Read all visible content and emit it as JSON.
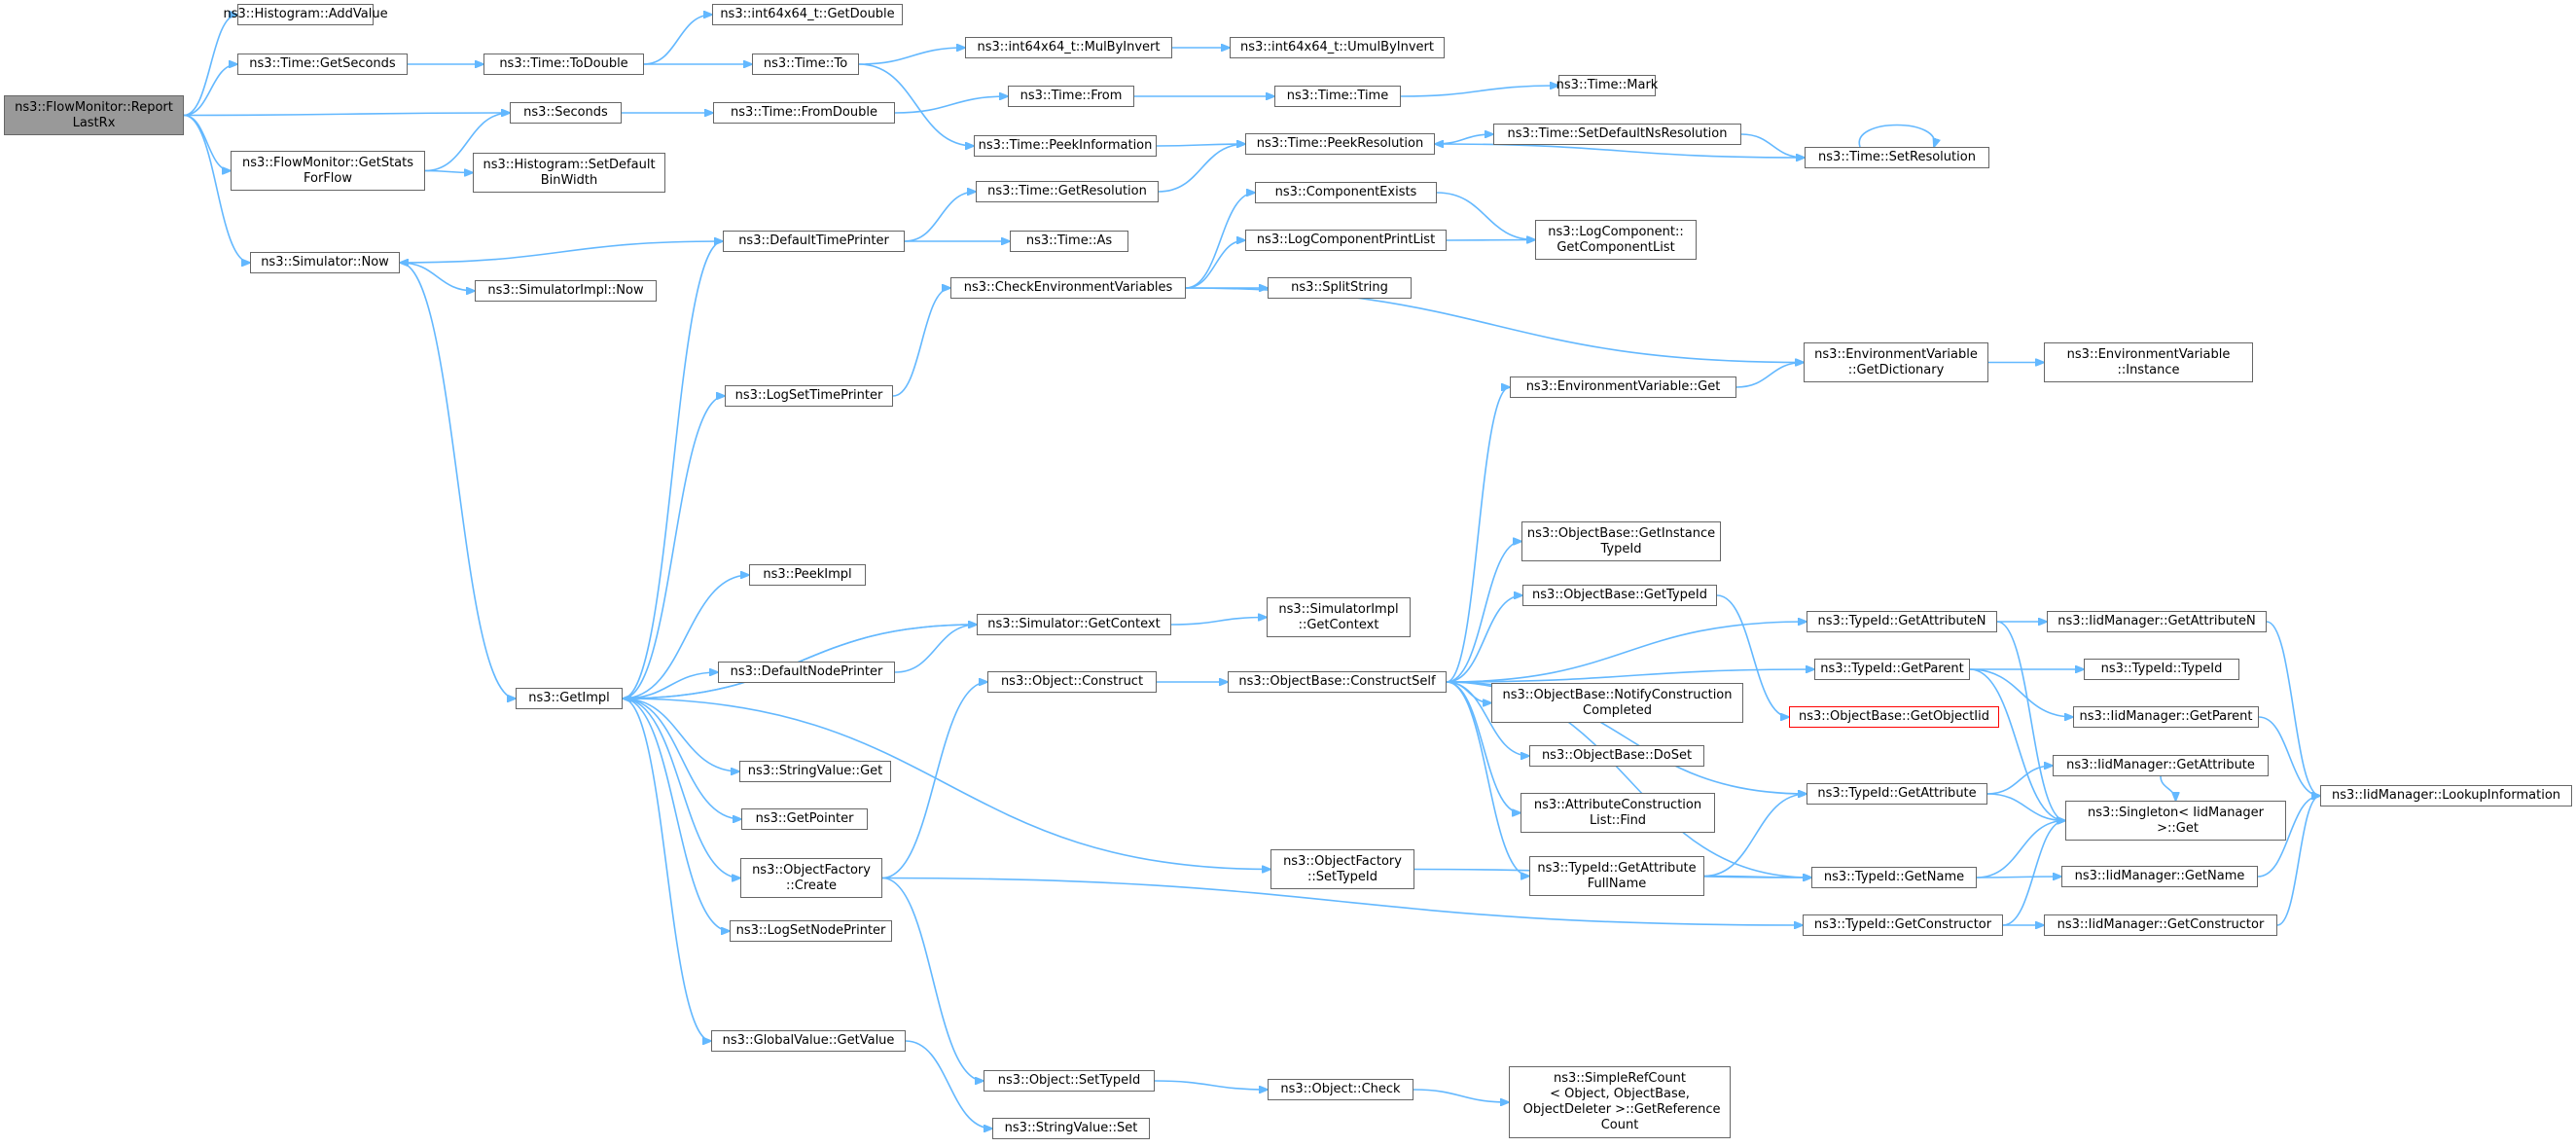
{
  "graph": {
    "nodes": [
      {
        "id": "n0",
        "label": "ns3::FlowMonitor::Report\nLastRx",
        "root": true
      },
      {
        "id": "n1",
        "label": "ns3::Histogram::AddValue"
      },
      {
        "id": "n2",
        "label": "ns3::Time::GetSeconds"
      },
      {
        "id": "n3",
        "label": "ns3::Seconds"
      },
      {
        "id": "n4",
        "label": "ns3::FlowMonitor::GetStats\nForFlow"
      },
      {
        "id": "n5",
        "label": "ns3::Simulator::Now"
      },
      {
        "id": "n6",
        "label": "ns3::Time::ToDouble"
      },
      {
        "id": "n7",
        "label": "ns3::int64x64_t::GetDouble"
      },
      {
        "id": "n8",
        "label": "ns3::Time::To"
      },
      {
        "id": "n9",
        "label": "ns3::int64x64_t::MulByInvert"
      },
      {
        "id": "n10",
        "label": "ns3::int64x64_t::UmulByInvert"
      },
      {
        "id": "n11",
        "label": "ns3::Time::FromDouble"
      },
      {
        "id": "n12",
        "label": "ns3::Time::From"
      },
      {
        "id": "n13",
        "label": "ns3::Time::Time"
      },
      {
        "id": "n14",
        "label": "ns3::Time::Mark"
      },
      {
        "id": "n15",
        "label": "ns3::Time::PeekInformation"
      },
      {
        "id": "n16",
        "label": "ns3::Time::PeekResolution"
      },
      {
        "id": "n17",
        "label": "ns3::Time::SetDefaultNsResolution"
      },
      {
        "id": "n18",
        "label": "ns3::Time::SetResolution"
      },
      {
        "id": "n19",
        "label": "ns3::Histogram::SetDefault\nBinWidth"
      },
      {
        "id": "n20",
        "label": "ns3::SimulatorImpl::Now"
      },
      {
        "id": "n21",
        "label": "ns3::DefaultTimePrinter"
      },
      {
        "id": "n22",
        "label": "ns3::Time::GetResolution"
      },
      {
        "id": "n23",
        "label": "ns3::Time::As"
      },
      {
        "id": "n24",
        "label": "ns3::GetImpl"
      },
      {
        "id": "n25",
        "label": "ns3::CheckEnvironmentVariables"
      },
      {
        "id": "n26",
        "label": "ns3::ComponentExists"
      },
      {
        "id": "n27",
        "label": "ns3::LogComponentPrintList"
      },
      {
        "id": "n28",
        "label": "ns3::LogComponent::\nGetComponentList"
      },
      {
        "id": "n29",
        "label": "ns3::SplitString"
      },
      {
        "id": "n30",
        "label": "ns3::EnvironmentVariable\n::GetDictionary"
      },
      {
        "id": "n31",
        "label": "ns3::EnvironmentVariable\n::Instance"
      },
      {
        "id": "n32",
        "label": "ns3::LogSetTimePrinter"
      },
      {
        "id": "n33",
        "label": "ns3::EnvironmentVariable::Get"
      },
      {
        "id": "n34",
        "label": "ns3::PeekImpl"
      },
      {
        "id": "n35",
        "label": "ns3::Simulator::GetContext"
      },
      {
        "id": "n36",
        "label": "ns3::SimulatorImpl\n::GetContext"
      },
      {
        "id": "n37",
        "label": "ns3::DefaultNodePrinter"
      },
      {
        "id": "n38",
        "label": "ns3::Object::Construct"
      },
      {
        "id": "n39",
        "label": "ns3::ObjectBase::ConstructSelf"
      },
      {
        "id": "n40",
        "label": "ns3::ObjectBase::GetInstance\nTypeId"
      },
      {
        "id": "n41",
        "label": "ns3::ObjectBase::GetTypeId"
      },
      {
        "id": "n42",
        "label": "ns3::ObjectBase::NotifyConstruction\nCompleted"
      },
      {
        "id": "n43",
        "label": "ns3::ObjectBase::DoSet"
      },
      {
        "id": "n44",
        "label": "ns3::AttributeConstruction\nList::Find"
      },
      {
        "id": "n45",
        "label": "ns3::TypeId::GetAttribute\nFullName"
      },
      {
        "id": "n46",
        "label": "ns3::StringValue::Get"
      },
      {
        "id": "n47",
        "label": "ns3::GetPointer"
      },
      {
        "id": "n48",
        "label": "ns3::ObjectFactory\n::Create"
      },
      {
        "id": "n49",
        "label": "ns3::LogSetNodePrinter"
      },
      {
        "id": "n50",
        "label": "ns3::ObjectFactory\n::SetTypeId"
      },
      {
        "id": "n51",
        "label": "ns3::GlobalValue::GetValue"
      },
      {
        "id": "n52",
        "label": "ns3::Object::SetTypeId"
      },
      {
        "id": "n53",
        "label": "ns3::StringValue::Set"
      },
      {
        "id": "n54",
        "label": "ns3::Object::Check"
      },
      {
        "id": "n55",
        "label": "ns3::SimpleRefCount\n< Object, ObjectBase,\n ObjectDeleter >::GetReference\nCount"
      },
      {
        "id": "n56",
        "label": "ns3::TypeId::GetAttributeN"
      },
      {
        "id": "n57",
        "label": "ns3::TypeId::GetParent"
      },
      {
        "id": "n58",
        "label": "ns3::ObjectBase::GetObjectIid",
        "warn": true
      },
      {
        "id": "n59",
        "label": "ns3::TypeId::GetAttribute"
      },
      {
        "id": "n60",
        "label": "ns3::TypeId::GetName"
      },
      {
        "id": "n61",
        "label": "ns3::TypeId::GetConstructor"
      },
      {
        "id": "n62",
        "label": "ns3::IidManager::GetAttributeN"
      },
      {
        "id": "n63",
        "label": "ns3::TypeId::TypeId"
      },
      {
        "id": "n64",
        "label": "ns3::IidManager::GetParent"
      },
      {
        "id": "n65",
        "label": "ns3::IidManager::GetAttribute"
      },
      {
        "id": "n66",
        "label": "ns3::Singleton< IidManager\n >::Get"
      },
      {
        "id": "n67",
        "label": "ns3::IidManager::GetName"
      },
      {
        "id": "n68",
        "label": "ns3::IidManager::GetConstructor"
      },
      {
        "id": "n69",
        "label": "ns3::IidManager::LookupInformation"
      }
    ],
    "edges": [
      [
        "n0",
        "n1"
      ],
      [
        "n0",
        "n2"
      ],
      [
        "n0",
        "n3"
      ],
      [
        "n0",
        "n4"
      ],
      [
        "n0",
        "n5"
      ],
      [
        "n2",
        "n6"
      ],
      [
        "n6",
        "n7"
      ],
      [
        "n6",
        "n8"
      ],
      [
        "n8",
        "n9"
      ],
      [
        "n9",
        "n10"
      ],
      [
        "n8",
        "n15"
      ],
      [
        "n3",
        "n11"
      ],
      [
        "n11",
        "n12"
      ],
      [
        "n12",
        "n13"
      ],
      [
        "n13",
        "n14"
      ],
      [
        "n15",
        "n16"
      ],
      [
        "n16",
        "n17"
      ],
      [
        "n17",
        "n18"
      ],
      [
        "n18",
        "n16"
      ],
      [
        "n18",
        "n18"
      ],
      [
        "n4",
        "n3"
      ],
      [
        "n4",
        "n19"
      ],
      [
        "n5",
        "n20"
      ],
      [
        "n5",
        "n24"
      ],
      [
        "n21",
        "n5"
      ],
      [
        "n21",
        "n22"
      ],
      [
        "n21",
        "n23"
      ],
      [
        "n22",
        "n16"
      ],
      [
        "n24",
        "n21"
      ],
      [
        "n24",
        "n32"
      ],
      [
        "n24",
        "n34"
      ],
      [
        "n24",
        "n35"
      ],
      [
        "n24",
        "n37"
      ],
      [
        "n24",
        "n46"
      ],
      [
        "n24",
        "n47"
      ],
      [
        "n24",
        "n48"
      ],
      [
        "n24",
        "n49"
      ],
      [
        "n24",
        "n50"
      ],
      [
        "n24",
        "n51"
      ],
      [
        "n32",
        "n25"
      ],
      [
        "n25",
        "n26"
      ],
      [
        "n25",
        "n27"
      ],
      [
        "n25",
        "n29"
      ],
      [
        "n25",
        "n30"
      ],
      [
        "n26",
        "n28"
      ],
      [
        "n27",
        "n28"
      ],
      [
        "n30",
        "n31"
      ],
      [
        "n33",
        "n30"
      ],
      [
        "n35",
        "n24"
      ],
      [
        "n35",
        "n36"
      ],
      [
        "n37",
        "n35"
      ],
      [
        "n38",
        "n39"
      ],
      [
        "n39",
        "n33"
      ],
      [
        "n39",
        "n40"
      ],
      [
        "n39",
        "n41"
      ],
      [
        "n39",
        "n42"
      ],
      [
        "n39",
        "n43"
      ],
      [
        "n39",
        "n44"
      ],
      [
        "n39",
        "n45"
      ],
      [
        "n39",
        "n56"
      ],
      [
        "n39",
        "n57"
      ],
      [
        "n39",
        "n59"
      ],
      [
        "n39",
        "n60"
      ],
      [
        "n41",
        "n58"
      ],
      [
        "n45",
        "n59"
      ],
      [
        "n45",
        "n60"
      ],
      [
        "n48",
        "n38"
      ],
      [
        "n48",
        "n52"
      ],
      [
        "n48",
        "n61"
      ],
      [
        "n50",
        "n60"
      ],
      [
        "n51",
        "n53"
      ],
      [
        "n52",
        "n54"
      ],
      [
        "n54",
        "n55"
      ],
      [
        "n56",
        "n62"
      ],
      [
        "n56",
        "n66"
      ],
      [
        "n57",
        "n63"
      ],
      [
        "n57",
        "n64"
      ],
      [
        "n57",
        "n66"
      ],
      [
        "n59",
        "n65"
      ],
      [
        "n59",
        "n66"
      ],
      [
        "n60",
        "n66"
      ],
      [
        "n60",
        "n67"
      ],
      [
        "n61",
        "n66"
      ],
      [
        "n61",
        "n68"
      ],
      [
        "n62",
        "n69"
      ],
      [
        "n64",
        "n69"
      ],
      [
        "n65",
        "n66"
      ],
      [
        "n67",
        "n69"
      ],
      [
        "n68",
        "n69"
      ]
    ]
  }
}
